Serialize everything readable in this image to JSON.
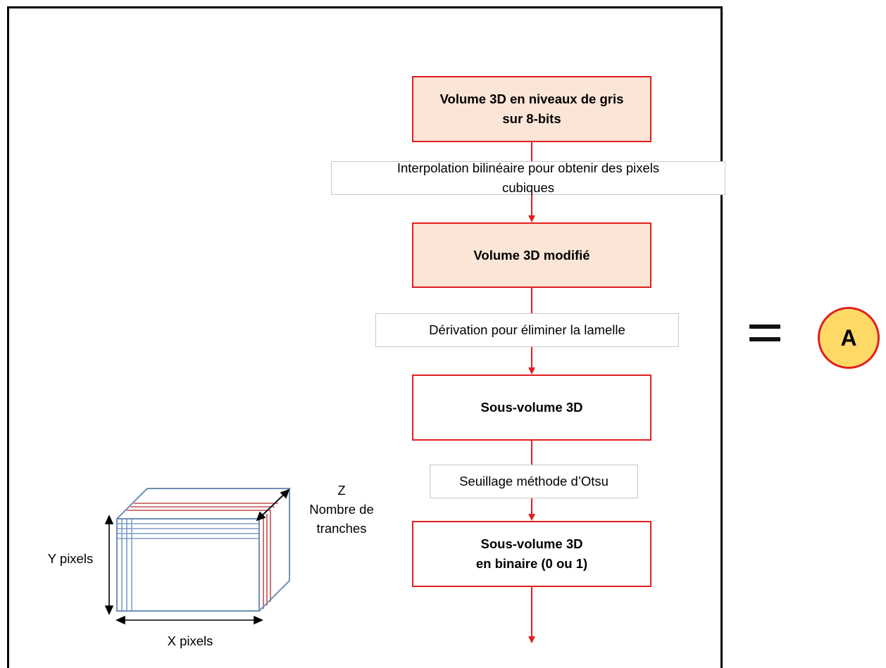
{
  "flowchart": {
    "box_volume_gray": "Volume 3D en niveaux de gris\nsur 8-bits",
    "step_interpolation": "Interpolation bilinéaire pour obtenir des pixels\ncubiques",
    "box_volume_modified": "Volume 3D modifié",
    "step_derivation": "Dérivation pour éliminer la lamelle",
    "box_subvolume": "Sous-volume 3D",
    "step_threshold": "Seuillage méthode d’Otsu",
    "box_subvolume_binary": "Sous-volume 3D\nen binaire (0 ou 1)"
  },
  "cube": {
    "z_label": "Z\nNombre de\ntranches",
    "y_label": "Y pixels",
    "x_label": "X pixels"
  },
  "result": {
    "equals": "=",
    "badge": "A"
  },
  "colors": {
    "line": "#e11f1f",
    "fill": "#fbe5d6",
    "cube_blue": "#7f9cc6",
    "cube_red": "#c0504d",
    "badge_fill": "#ffd966"
  }
}
